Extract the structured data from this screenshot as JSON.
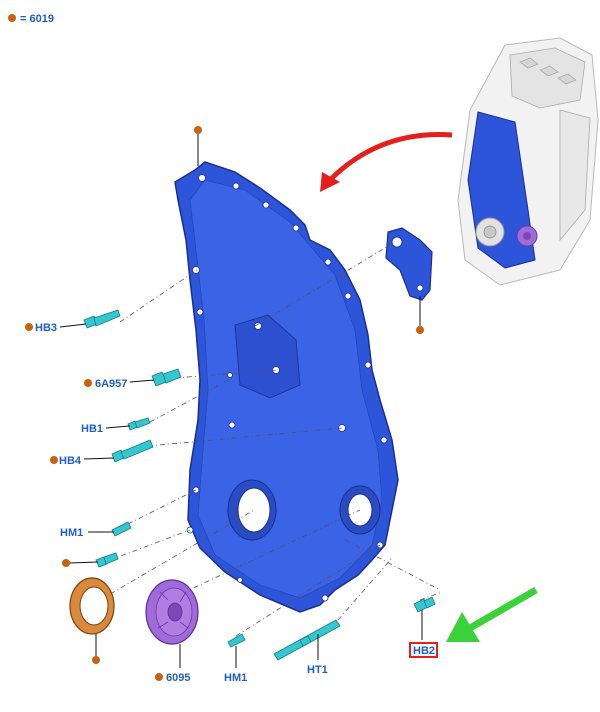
{
  "legend": {
    "dot_color": "#c9620f",
    "text": "= 6019"
  },
  "labels": {
    "hb3": "HB3",
    "a957": "6A957",
    "hb1": "HB1",
    "hb4": "HB4",
    "hm1_upper": "HM1",
    "hm1_lower": "HM1",
    "p6095": "6095",
    "ht1": "HT1",
    "hb2": "HB2"
  },
  "colors": {
    "cover": "#2d55d9",
    "cover_edge": "#1a2f8f",
    "fastener": "#36c6d0",
    "seal": "#d98a3a",
    "gear": "#a06ad8",
    "label_text": "#1f5fc4",
    "red_arrow": "#e5201c",
    "green_arrow": "#3bd13b",
    "highlight_box": "#e5201c"
  }
}
